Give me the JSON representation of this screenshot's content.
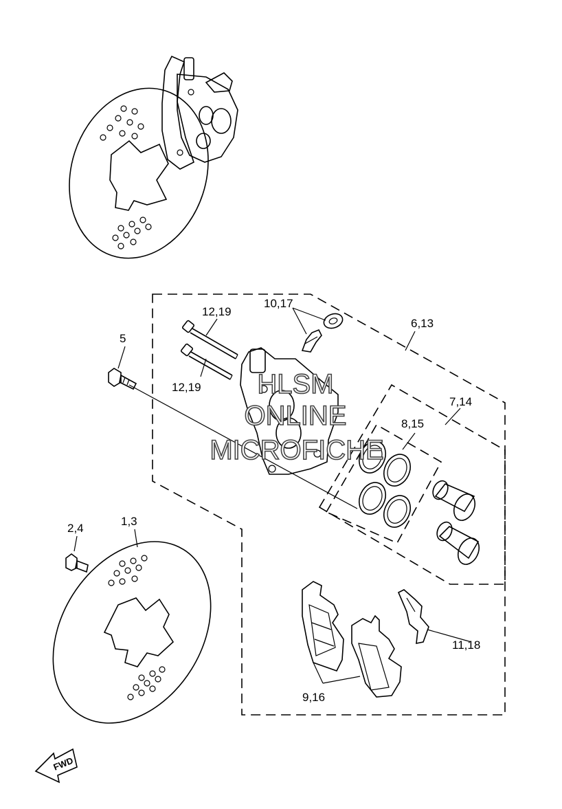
{
  "labels": {
    "l_1_3": "1,3",
    "l_2_4": "2,4",
    "l_5": "5",
    "l_6_13": "6,13",
    "l_7_14": "7,14",
    "l_8_15": "8,15",
    "l_9_16": "9,16",
    "l_10_17": "10,17",
    "l_11_18": "11,18",
    "l_12_19_a": "12,19",
    "l_12_19_b": "12,19"
  },
  "fwd_label": "FWD",
  "watermark": [
    "HLSM",
    "ONLINE",
    "MICROFICHE"
  ],
  "colors": {
    "line": "#000000",
    "background": "#ffffff",
    "watermark_outline": "#444444"
  }
}
